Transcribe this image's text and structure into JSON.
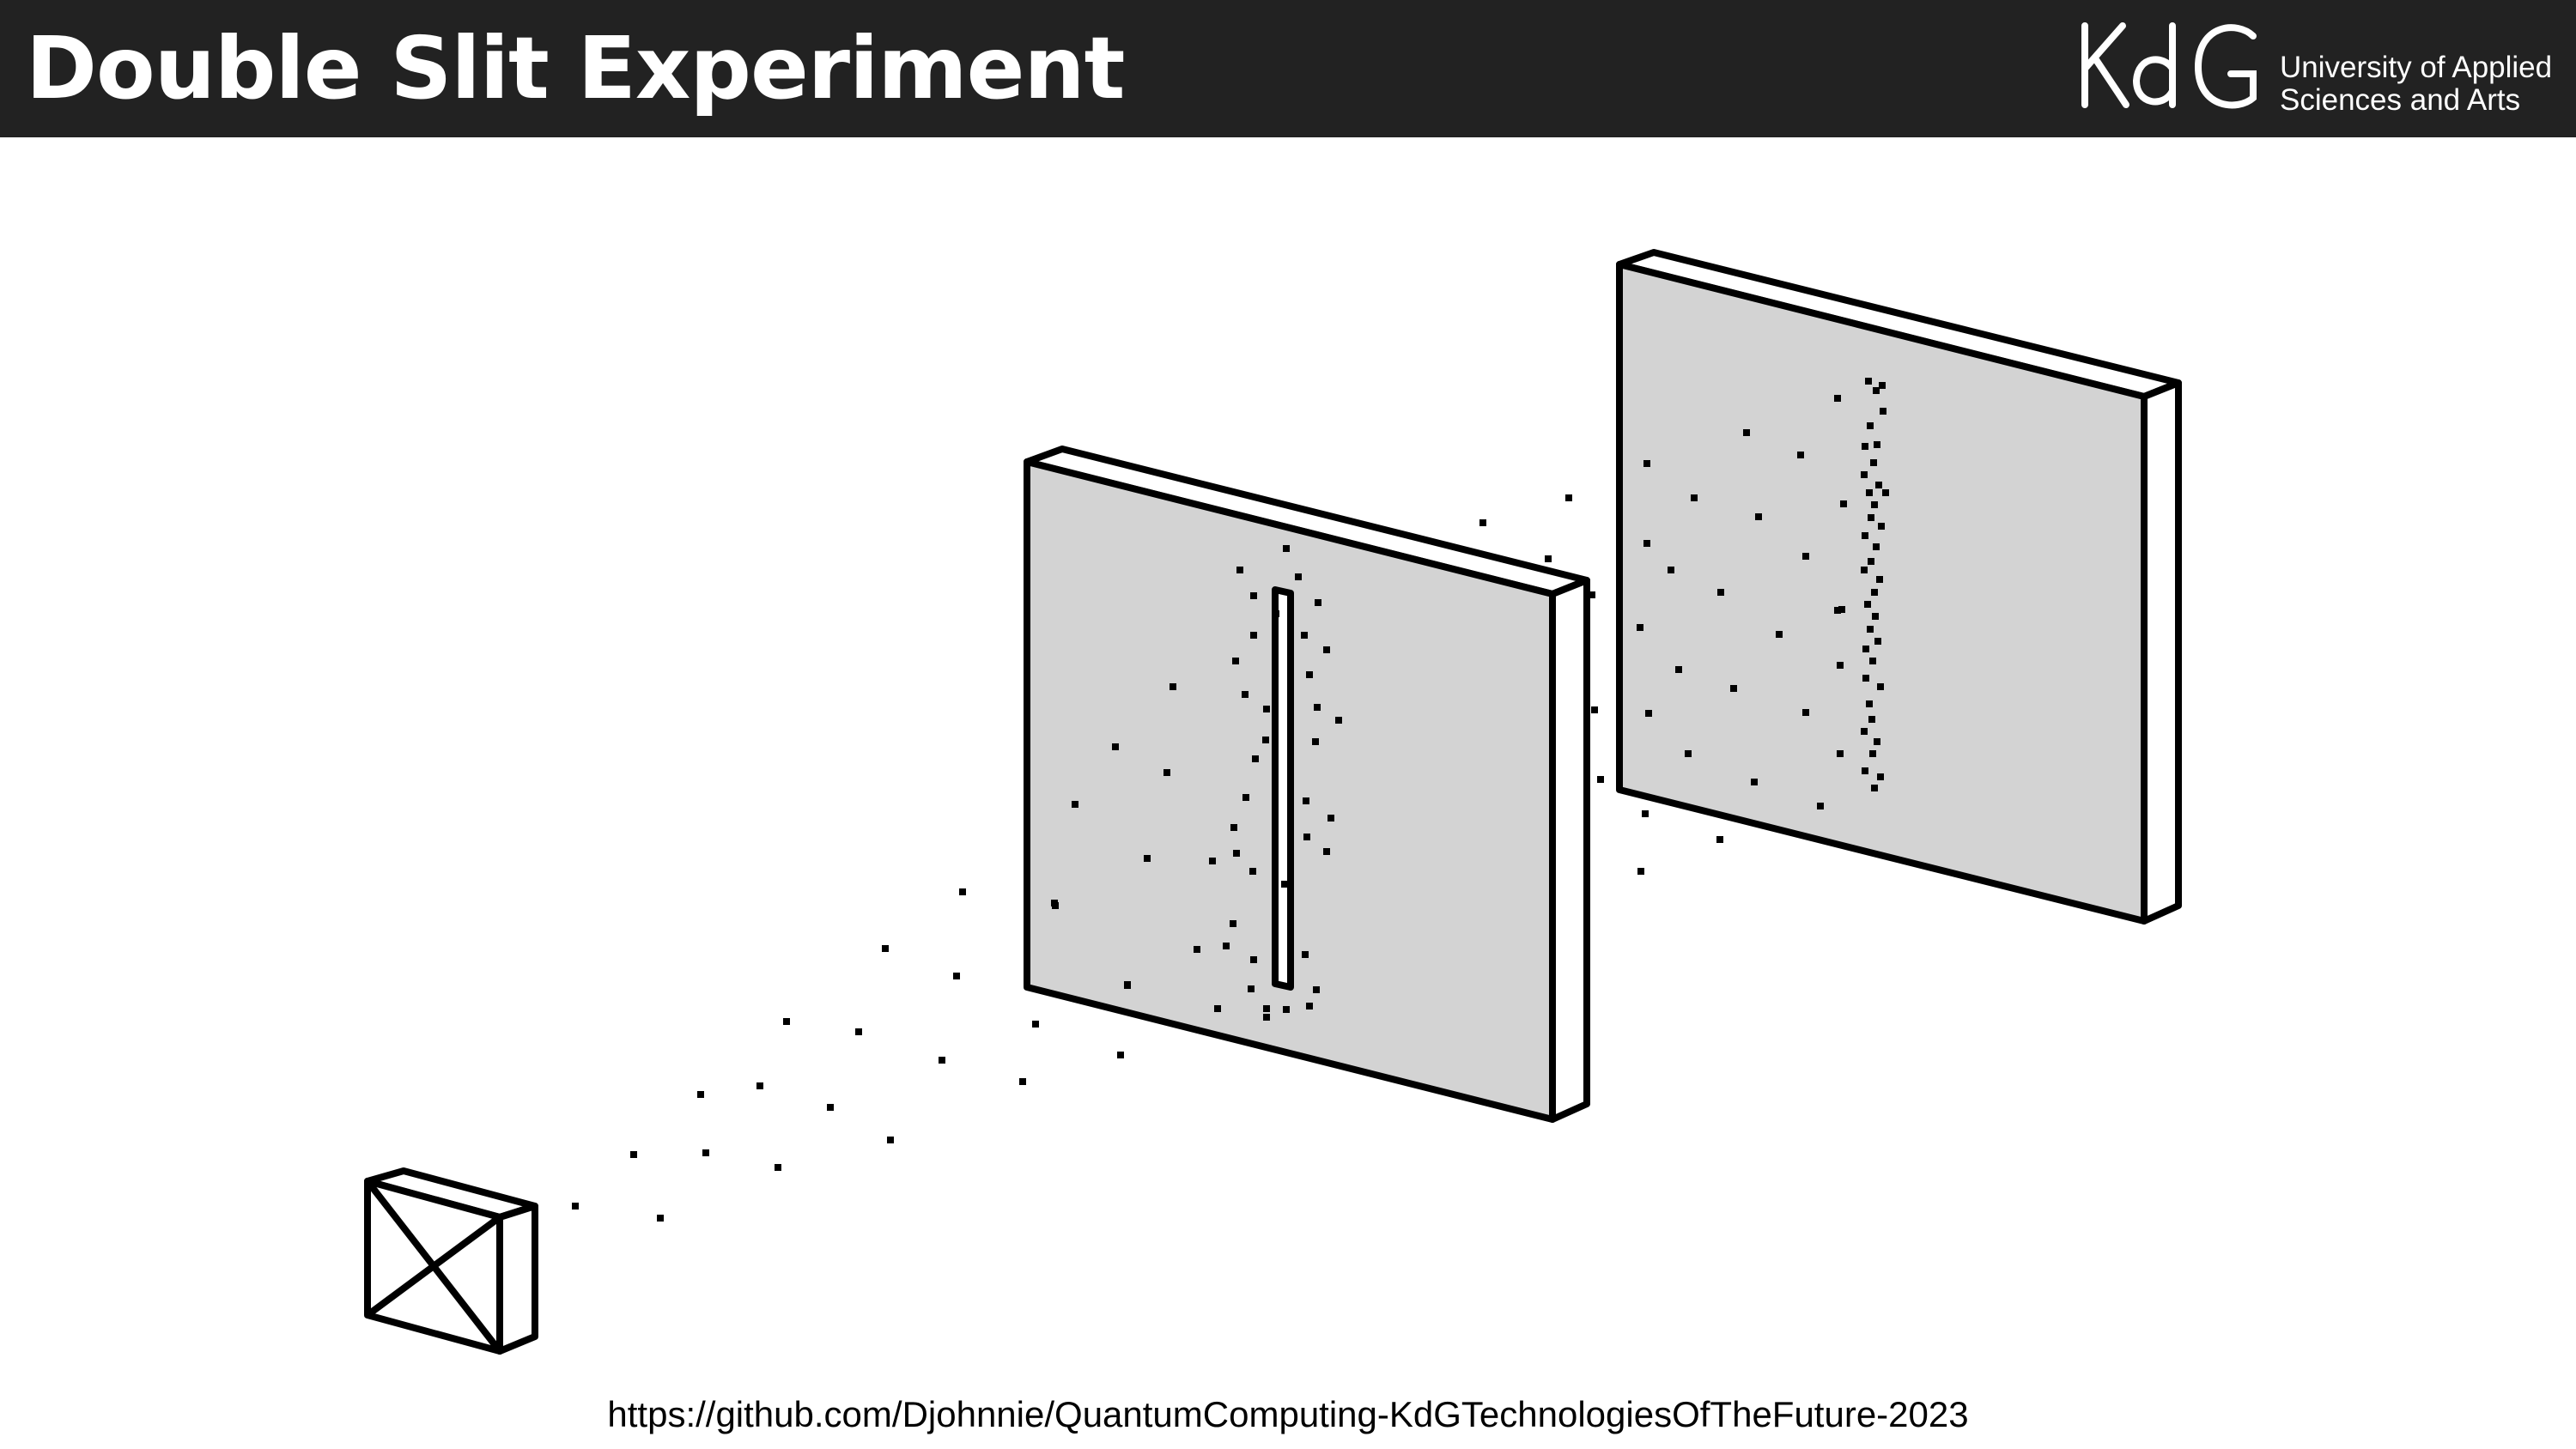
{
  "header": {
    "title": "Double Slit Experiment",
    "background": "#222222",
    "logo": {
      "wordmark": "KdG",
      "line1": "University of Applied",
      "line2": "Sciences and Arts"
    }
  },
  "diagram": {
    "components": [
      "particle-source",
      "slit-barrier",
      "detection-screen"
    ],
    "panel_fill": "#d3d3d3",
    "particle_color": "#000000",
    "stroke_color": "#000000"
  },
  "footer": {
    "url": "https://github.com/Djohnnie/QuantumComputing-KdGTechnologiesOfTheFuture-2023"
  }
}
